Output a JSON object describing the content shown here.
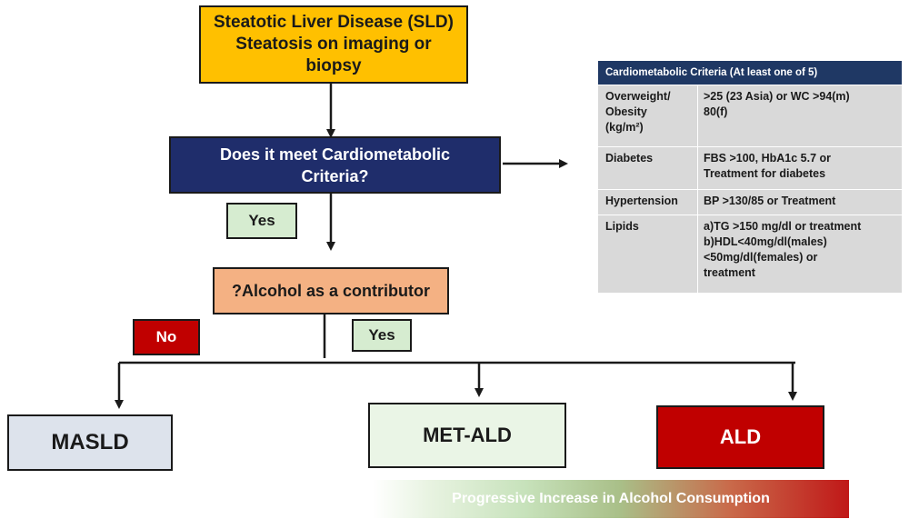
{
  "flow": {
    "sld_lines": [
      "Steatotic Liver Disease (SLD)",
      "Steatosis on imaging or",
      "biopsy"
    ],
    "cardio_lines": [
      "Does it meet Cardiometabolic",
      "Criteria?"
    ],
    "yes_cardio": "Yes",
    "alcohol_question": "?Alcohol as a contributor",
    "no_label": "No",
    "yes_alcohol": "Yes",
    "outcomes": {
      "masld": "MASLD",
      "metald": "MET-ALD",
      "ald": "ALD"
    },
    "progress_label": "Progressive Increase in Alcohol Consumption"
  },
  "criteria_table": {
    "header": "Cardiometabolic Criteria (At least one of 5)",
    "rows": [
      {
        "category": [
          "Overweight/",
          "Obesity",
          "(kg/m²)"
        ],
        "values": [
          ">25 (23 Asia) or WC >94(m)",
          "80(f)"
        ]
      },
      {
        "category": [
          "Diabetes"
        ],
        "values": [
          "FBS >100, HbA1c 5.7 or",
          "Treatment for diabetes"
        ]
      },
      {
        "category": [
          "Hypertension"
        ],
        "values": [
          "BP >130/85 or Treatment"
        ]
      },
      {
        "category": [
          "Lipids"
        ],
        "values": [
          "a)TG >150 mg/dl or treatment",
          "b)HDL<40mg/dl(males)",
          "<50mg/dl(females) or",
          "treatment"
        ]
      }
    ]
  },
  "colors": {
    "sld": "#ffc000",
    "cardio": "#1f2d6b",
    "yes": "#d6ecd0",
    "alcohol": "#f4b183",
    "no": "#c00000",
    "masld": "#dde3ec",
    "metald": "#eaf5e6",
    "ald": "#c00000",
    "table_header": "#1f3864",
    "table_body": "#d9d9d9"
  }
}
